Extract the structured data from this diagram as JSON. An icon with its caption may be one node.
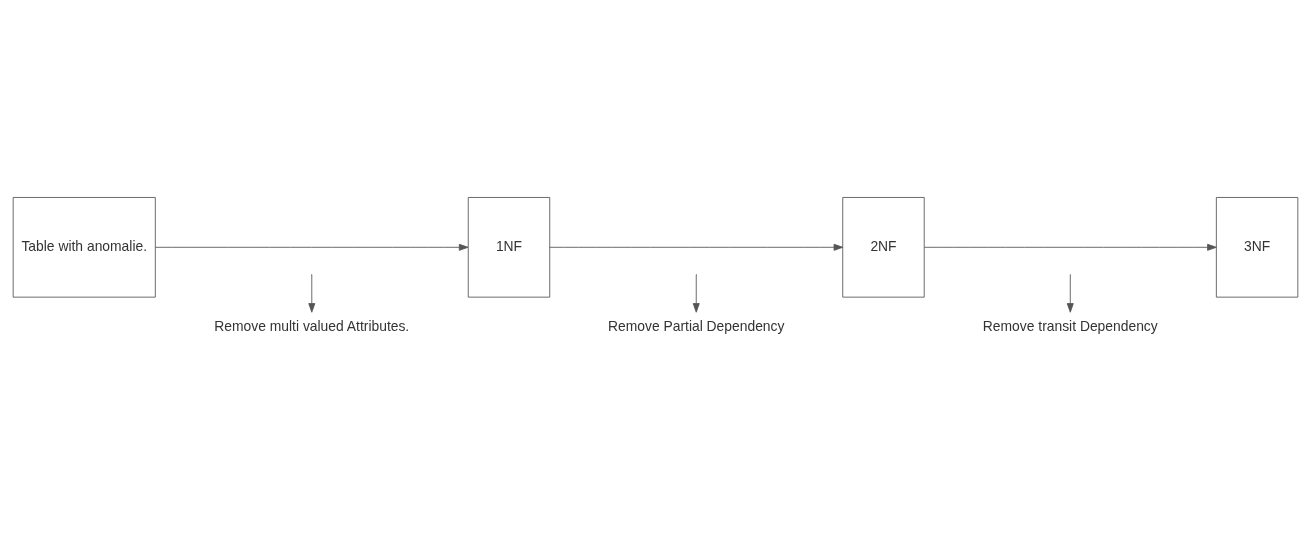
{
  "diagram": {
    "nodes": [
      {
        "text": [
          "Table with anomalie."
        ]
      },
      {
        "text": [
          "1NF"
        ]
      },
      {
        "text": [
          "2NF"
        ]
      },
      {
        "text": [
          "3NF"
        ]
      },
      {
        "text": [
          "Remove multi valued Attributes."
        ]
      },
      {
        "text": [
          "Remove Partial Dependency"
        ]
      },
      {
        "text": [
          "Remove transit Dependency"
        ]
      }
    ],
    "edges": [
      {
        "from": 0,
        "to": 1,
        "arrow": "to"
      },
      {
        "from": 1,
        "to": 2,
        "arrow": "to"
      },
      {
        "from": 2,
        "to": 3,
        "arrow": "to"
      },
      {
        "from": null,
        "to": 4,
        "arrow": "to"
      },
      {
        "from": null,
        "to": 5,
        "arrow": "to"
      },
      {
        "from": null,
        "to": 6,
        "arrow": "to"
      }
    ]
  }
}
